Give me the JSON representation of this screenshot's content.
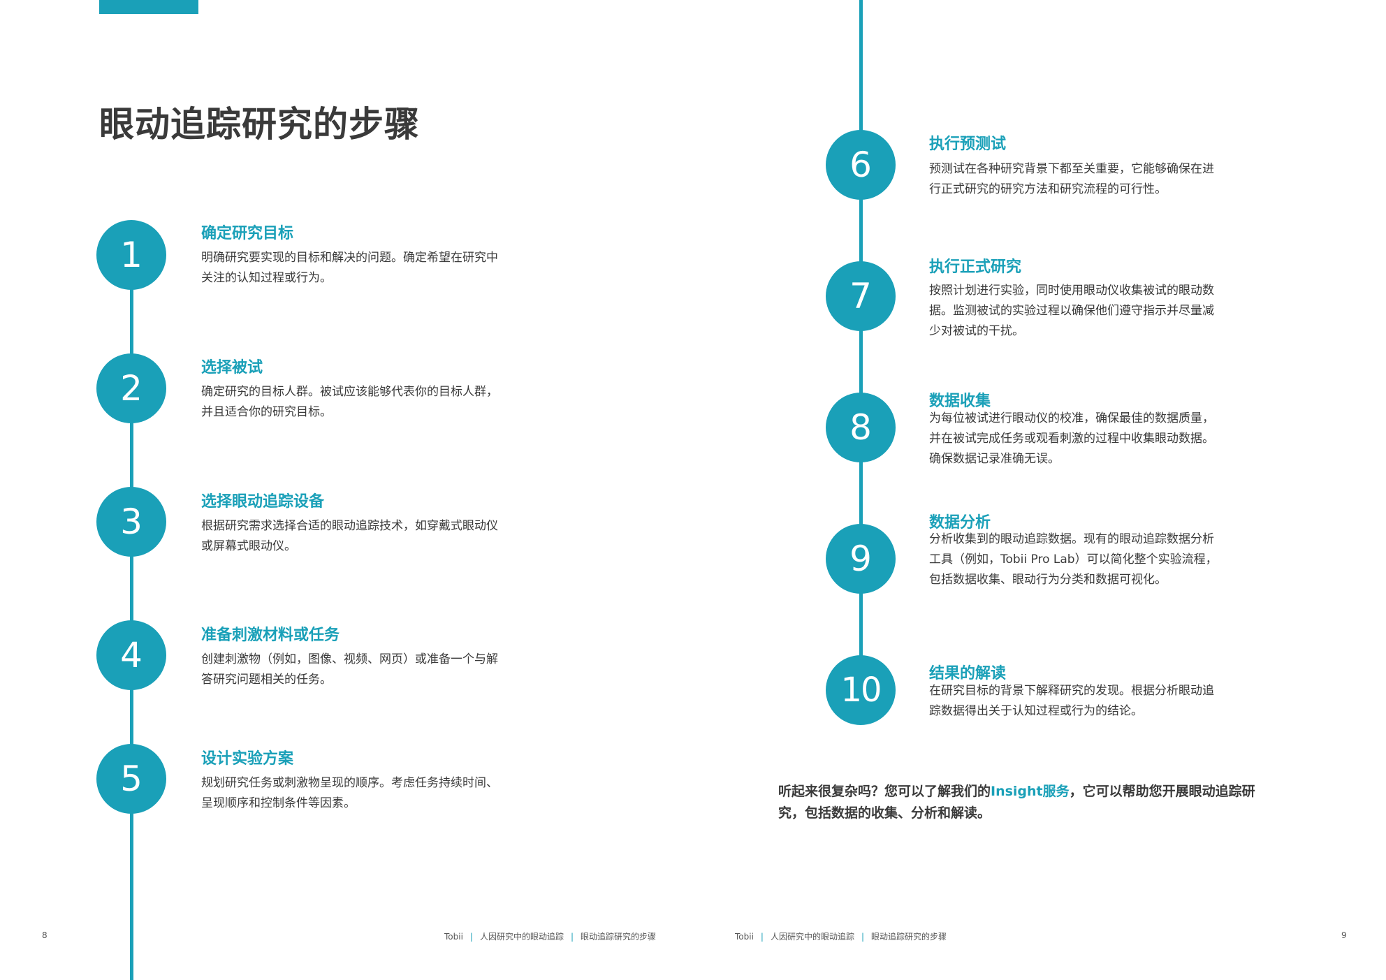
{
  "left_page": {
    "title": "眼动追踪研究的步骤",
    "page_number": "8",
    "footer": [
      "Tobii",
      "人因研究中的眼动追踪",
      "眼动追踪研究的步骤"
    ],
    "steps": [
      {
        "number": "1",
        "title": "确定研究目标",
        "desc": "明确研究要实现的目标和解决的问题。确定希望在研究中关注的认知过程或行为。"
      },
      {
        "number": "2",
        "title": "选择被试",
        "desc": "确定研究的目标人群。被试应该能够代表你的目标人群，并且适合你的研究目标。"
      },
      {
        "number": "3",
        "title": "选择眼动追踪设备",
        "desc": "根据研究需求选择合适的眼动追踪技术，如穿戴式眼动仪或屏幕式眼动仪。"
      },
      {
        "number": "4",
        "title": "准备刺激材料或任务",
        "desc": "创建刺激物（例如，图像、视频、网页）或准备一个与解答研究问题相关的任务。"
      },
      {
        "number": "5",
        "title": "设计实验方案",
        "desc": "规划研究任务或刺激物呈现的顺序。考虑任务持续时间、呈现顺序和控制条件等因素。"
      }
    ]
  },
  "right_page": {
    "page_number": "9",
    "footer": [
      "Tobii",
      "人因研究中的眼动追踪",
      "眼动追踪研究的步骤"
    ],
    "steps": [
      {
        "number": "6",
        "title": "执行预测试",
        "desc": "预测试在各种研究背景下都至关重要，它能够确保在进行正式研究的研究方法和研究流程的可行性。"
      },
      {
        "number": "7",
        "title": "执行正式研究",
        "desc": "按照计划进行实验，同时使用眼动仪收集被试的眼动数据。监测被试的实验过程以确保他们遵守指示并尽量减少对被试的干扰。"
      },
      {
        "number": "8",
        "title": "数据收集",
        "desc": "为每位被试进行眼动仪的校准，确保最佳的数据质量，并在被试完成任务或观看刺激的过程中收集眼动数据。确保数据记录准确无误。"
      },
      {
        "number": "9",
        "title": "数据分析",
        "desc": "分析收集到的眼动追踪数据。现有的眼动追踪数据分析工具（例如，Tobii Pro Lab）可以简化整个实验流程，包括数据收集、眼动行为分类和数据可视化。"
      },
      {
        "number": "10",
        "title": "结果的解读",
        "desc": "在研究目标的背景下解释研究的发现。根据分析眼动追踪数据得出关于认知过程或行为的结论。"
      }
    ],
    "callout": {
      "before": "听起来很复杂吗？您可以了解我们的",
      "link": "Insight服务",
      "after": "，它可以帮助您开展眼动追踪研究，包括数据的收集、分析和解读。"
    }
  },
  "colors": {
    "accent": "#1aa0b8",
    "text": "#3a3a3a"
  }
}
